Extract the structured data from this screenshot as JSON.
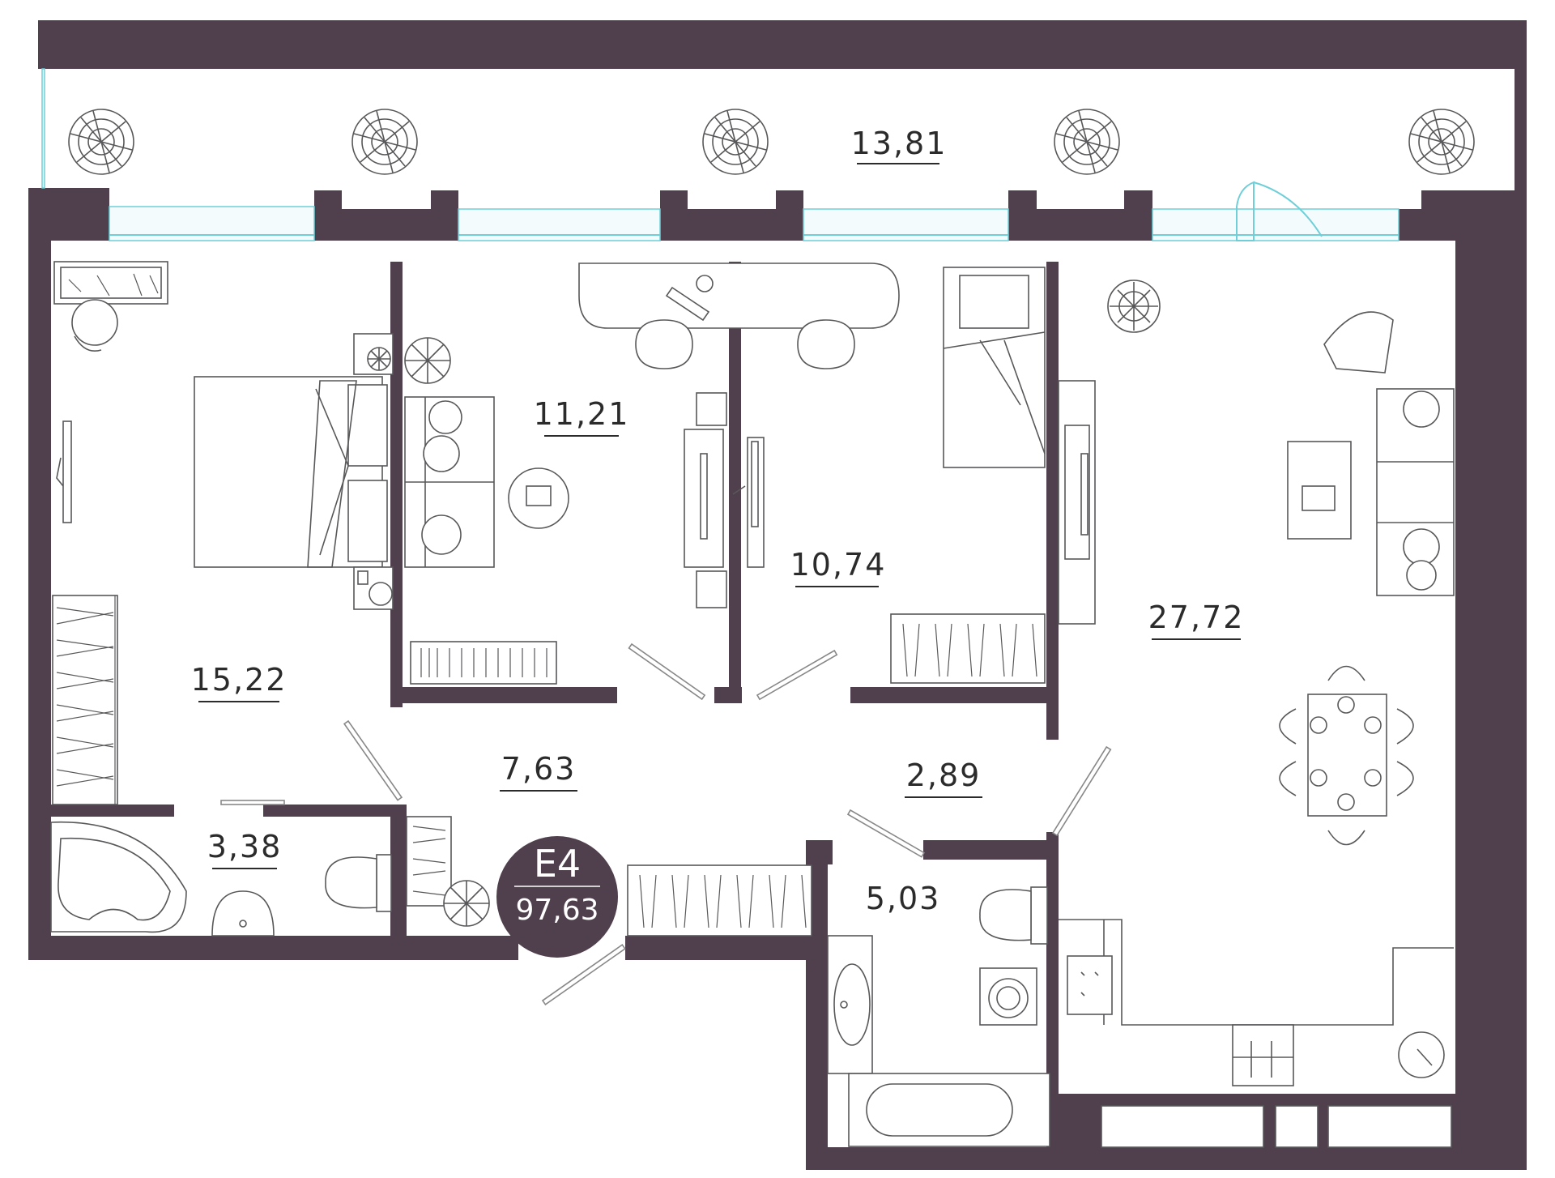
{
  "plan": {
    "unit_label": "E4",
    "total_area": "97,63",
    "colors": {
      "wall": "#50404d",
      "glazing": "#6ecfd8",
      "furniture": "#58585a",
      "badge": "#50404d"
    },
    "rooms": [
      {
        "id": "balcony",
        "area": "13,81"
      },
      {
        "id": "bedroom-left",
        "area": "15,22"
      },
      {
        "id": "bedroom-middle",
        "area": "11,21"
      },
      {
        "id": "bedroom-right",
        "area": "10,74"
      },
      {
        "id": "living-kitchen",
        "area": "27,72"
      },
      {
        "id": "hall-left",
        "area": "7,63"
      },
      {
        "id": "hall-right",
        "area": "2,89"
      },
      {
        "id": "bathroom-small",
        "area": "3,38"
      },
      {
        "id": "bathroom-large",
        "area": "5,03"
      }
    ],
    "icons": [
      "plant-icon",
      "bed-icon",
      "desk-icon",
      "monitor-icon",
      "sofa-icon",
      "armchair-icon",
      "dining-table-icon",
      "chair-icon",
      "wardrobe-icon",
      "bathtub-icon",
      "toilet-icon",
      "sink-icon",
      "washing-machine-icon",
      "stove-icon",
      "fan-icon",
      "door-icon",
      "window-icon"
    ]
  }
}
